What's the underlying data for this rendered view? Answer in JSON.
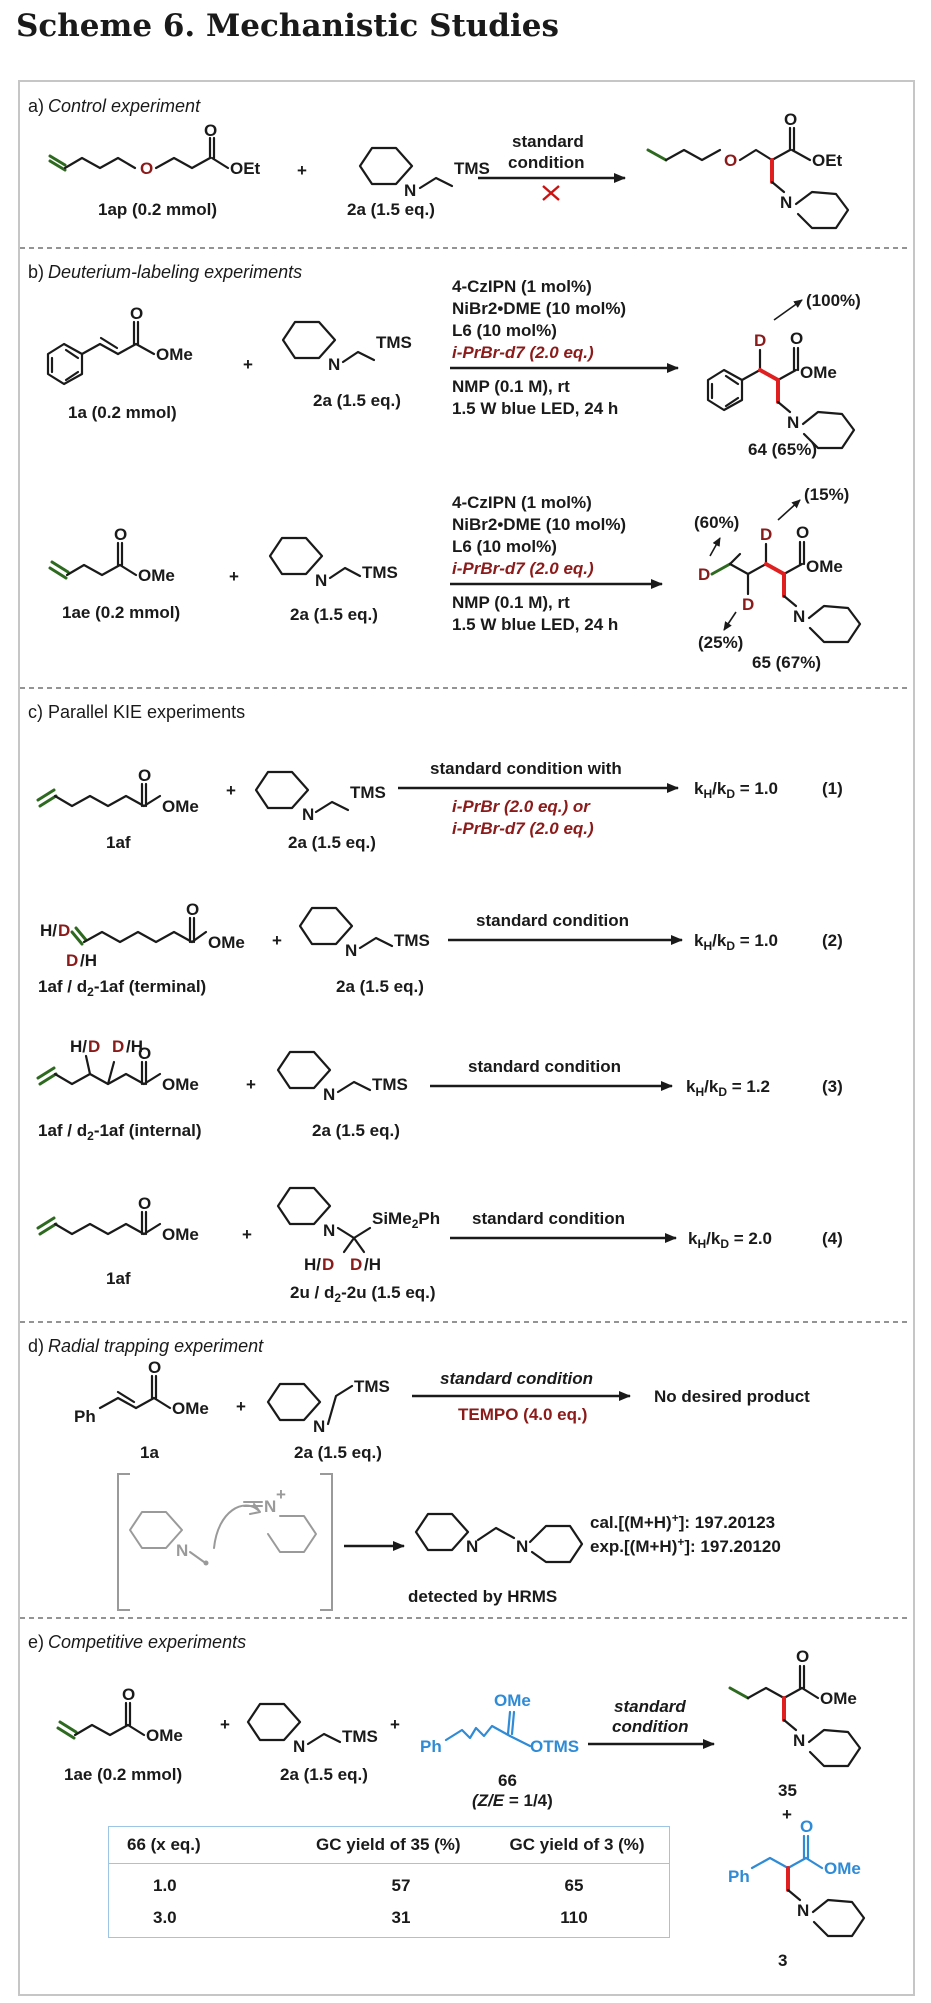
{
  "title": "Scheme 6. Mechanistic Studies",
  "sections": {
    "a": {
      "letter": "a)",
      "name": "Control experiment",
      "sm_label": "1ap (0.2 mmol)",
      "amine_label": "2a (1.5 eq.)",
      "cond_line1": "standard",
      "cond_line2": "condition"
    },
    "b": {
      "letter": "b)",
      "name": "Deuterium-labeling experiments",
      "conditions": [
        "4-CzIPN (1 mol%)",
        "NiBr2•DME (10 mol%)",
        "L6 (10 mol%)",
        "i-PrBr-d7 (2.0 eq.)",
        "NMP (0.1 M), rt",
        "1.5 W blue LED, 24 h"
      ],
      "rxn1": {
        "sm_label": "1a (0.2 mmol)",
        "amine_label": "2a (1.5 eq.)",
        "product_label": "64 (65%)",
        "pct1": "(100%)"
      },
      "rxn2": {
        "sm_label": "1ae (0.2 mmol)",
        "amine_label": "2a (1.5 eq.)",
        "product_label": "65 (67%)",
        "pct_a": "(60%)",
        "pct_b": "(15%)",
        "pct_c": "(25%)"
      }
    },
    "c": {
      "letter": "c)",
      "name": "Parallel KIE experiments",
      "rows": [
        {
          "sm": "1af",
          "amine": "2a (1.5 eq.)",
          "cond": "standard condition with",
          "cond2": "i-PrBr (2.0 eq.) or",
          "cond3": "i-PrBr-d7 (2.0 eq.)",
          "kie": "1.0",
          "num": "(1)"
        },
        {
          "sm": "1af / d2-1af (terminal)",
          "amine": "2a (1.5 eq.)",
          "cond": "standard condition",
          "kie": "1.0",
          "num": "(2)"
        },
        {
          "sm": "1af / d2-1af (internal)",
          "amine": "2a (1.5 eq.)",
          "cond": "standard condition",
          "kie": "1.2",
          "num": "(3)"
        },
        {
          "sm": "1af",
          "amine": "2u / d2-2u (1.5 eq.)",
          "cond": "standard condition",
          "kie": "2.0",
          "num": "(4)"
        }
      ]
    },
    "d": {
      "letter": "d)",
      "name": "Radial trapping experiment",
      "sm_label": "1a",
      "amine_label": "2a (1.5 eq.)",
      "cond1": "standard condition",
      "cond2": "TEMPO (4.0 eq.)",
      "result": "No desired product",
      "cal": "cal.[(M+H)+]: 197.20123",
      "exp": "exp.[(M+H)+]: 197.20120",
      "detected": "detected by HRMS"
    },
    "e": {
      "letter": "e)",
      "name": "Competitive experiments",
      "sm_label": "1ae (0.2 mmol)",
      "amine_label": "2a (1.5 eq.)",
      "reagent_label": "66",
      "ratio": "(Z/E = 1/4)",
      "cond1": "standard",
      "cond2": "condition",
      "product1": "35",
      "product2": "3",
      "table": {
        "headers": [
          "66 (x eq.)",
          "GC yield of 35 (%)",
          "GC yield of 3 (%)"
        ],
        "rows": [
          [
            "1.0",
            "57",
            "65"
          ],
          [
            "3.0",
            "31",
            "110"
          ]
        ]
      }
    }
  },
  "colors": {
    "deuterium": "#8b1a1a",
    "alkene": "#2d6a1f",
    "new_bond": "#e02020",
    "reagent": "#2f8bd6"
  }
}
